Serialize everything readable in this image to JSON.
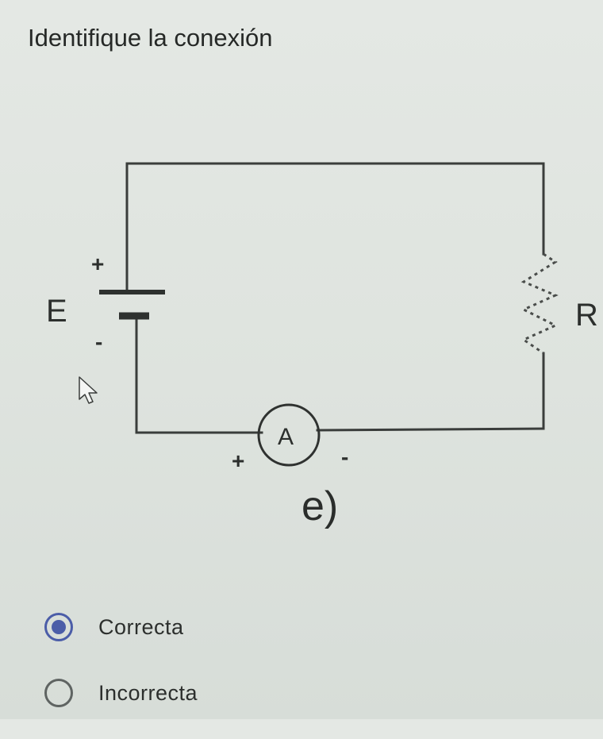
{
  "question": {
    "title": "Identifique la conexión",
    "caption": "e)"
  },
  "circuit": {
    "source_label": "E",
    "resistor_label": "R",
    "ammeter_label": "A",
    "source_plus": "+",
    "source_minus": "-",
    "ammeter_plus": "+",
    "ammeter_minus": "-"
  },
  "options": [
    {
      "label": "Correcta",
      "selected": true
    },
    {
      "label": "Incorrecta",
      "selected": false
    }
  ],
  "colors": {
    "accent": "#4b5da8",
    "wire": "#3a3d3b"
  }
}
